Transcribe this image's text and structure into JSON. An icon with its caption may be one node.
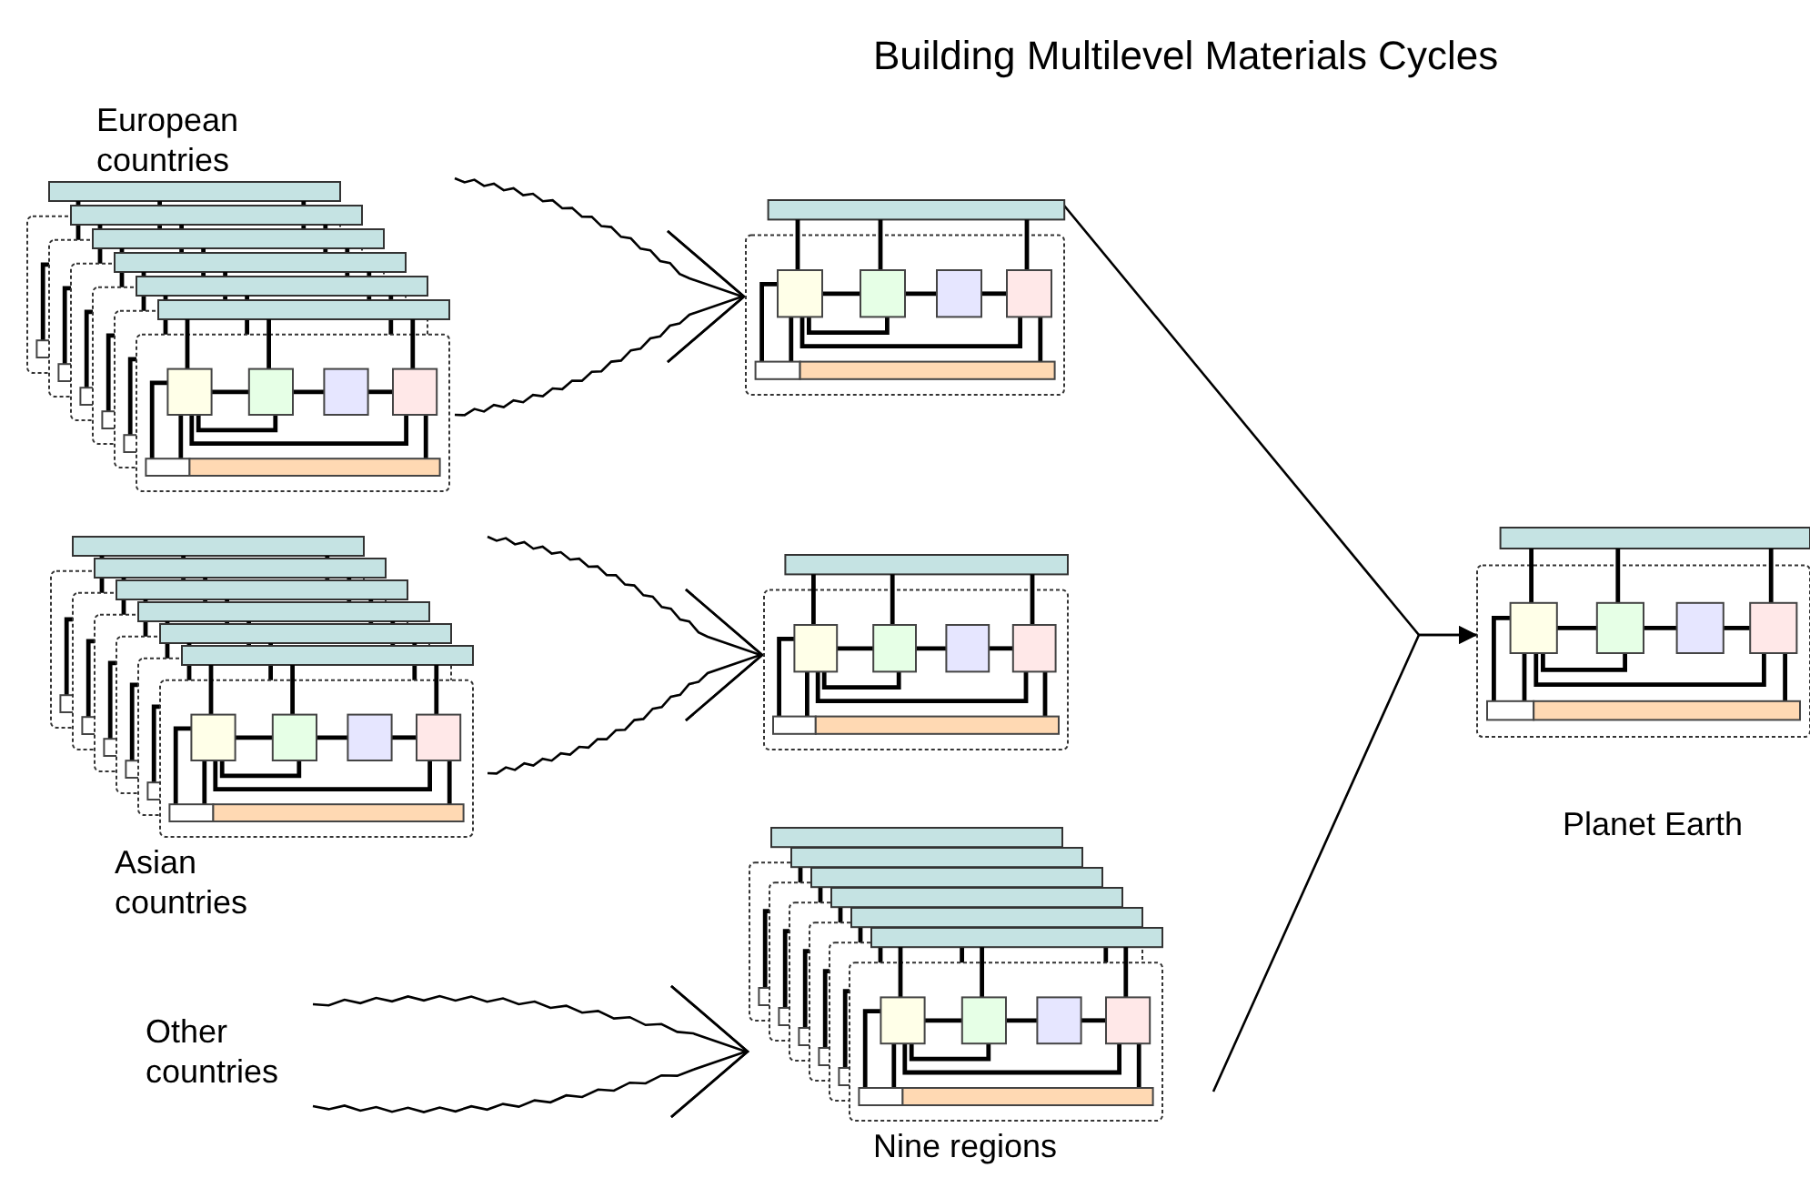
{
  "diagram": {
    "title": "Building Multilevel Materials Cycles",
    "nodes": [
      {
        "text": [
          "European countries"
        ]
      },
      {
        "text": [
          "Asian countries"
        ]
      },
      {
        "text": [
          "Other countries"
        ]
      },
      {
        "text": [],
        "shape": "picture"
      },
      {
        "text": [],
        "shape": "picture"
      },
      {
        "text": [
          "Nine regions"
        ]
      },
      {
        "text": [
          "Planet Earth"
        ]
      }
    ],
    "edges": [
      {
        "from": 0,
        "to": 3,
        "arrow": "to"
      },
      {
        "from": 0,
        "to": 3,
        "arrow": "to"
      },
      {
        "from": 1,
        "to": 4,
        "arrow": "to"
      },
      {
        "from": 1,
        "to": 4,
        "arrow": "to"
      },
      {
        "from": 2,
        "to": 5,
        "arrow": "to"
      },
      {
        "from": 2,
        "to": 5,
        "arrow": "to"
      },
      {
        "from": 3,
        "to": 6,
        "arrow": "to"
      },
      {
        "from": 5,
        "to": 6,
        "arrow": "to"
      }
    ]
  }
}
